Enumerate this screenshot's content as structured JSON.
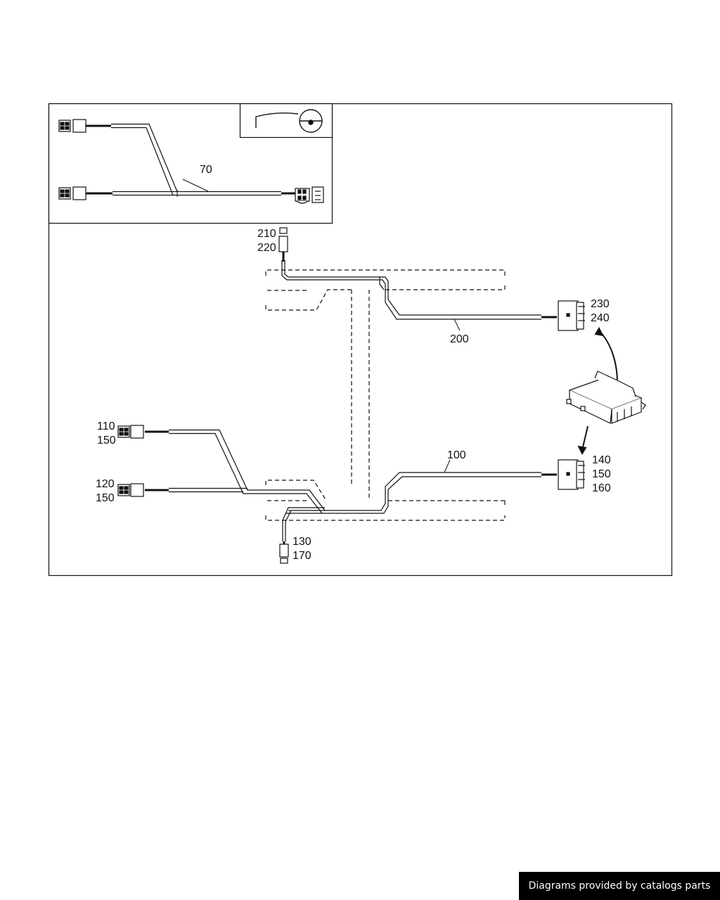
{
  "diagram": {
    "callouts": {
      "c70": "70",
      "c210": "210",
      "c220": "220",
      "c230": "230",
      "c240": "240",
      "c200": "200",
      "c100": "100",
      "c110": "110",
      "c150a": "150",
      "c120": "120",
      "c150b": "150",
      "c130": "130",
      "c170": "170",
      "c140": "140",
      "c150c": "150",
      "c160": "160"
    }
  },
  "footer": {
    "text": "Diagrams provided by catalogs parts"
  },
  "colors": {
    "line": "#111111",
    "background": "#ffffff",
    "footer_bg": "#000000",
    "footer_text": "#ffffff"
  }
}
